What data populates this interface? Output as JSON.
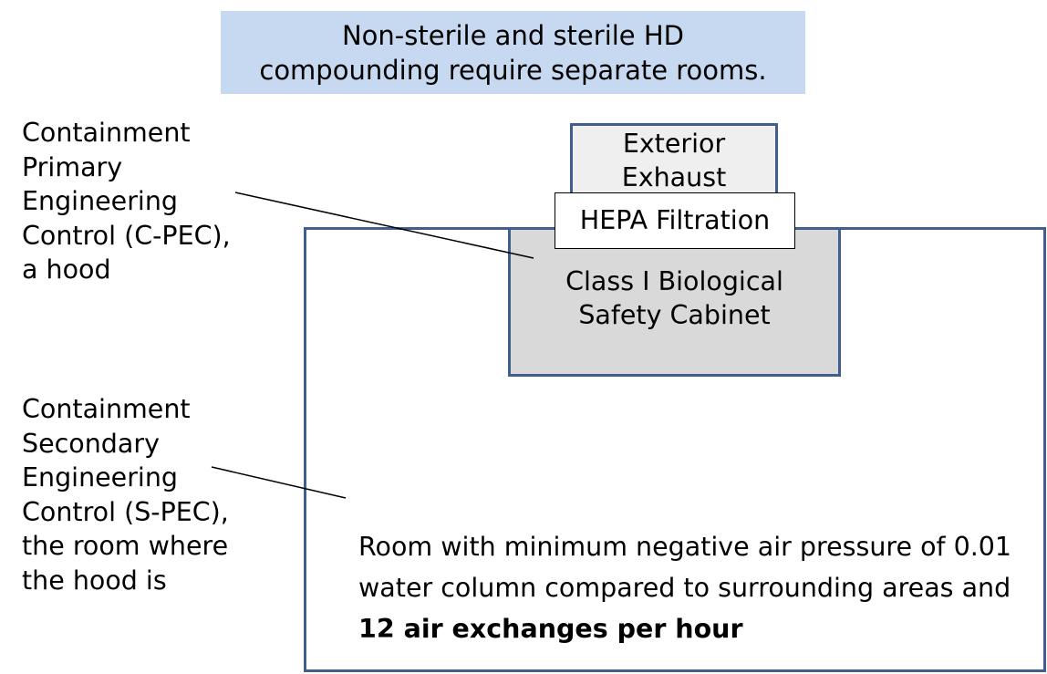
{
  "banner": {
    "line1": "Non-sterile and sterile HD",
    "line2": "compounding require separate rooms."
  },
  "labels": {
    "primary": "Containment\nPrimary\nEngineering\nControl (C-PEC),\na hood",
    "secondary": "Containment\nSecondary\nEngineering\nControl (S-PEC),\nthe room where\nthe hood is"
  },
  "exhaust": {
    "line1": "Exterior",
    "line2": "Exhaust"
  },
  "hepa": {
    "label": "HEPA Filtration"
  },
  "cabinet": {
    "line1": "Class I Biological",
    "line2": "Safety Cabinet"
  },
  "room": {
    "text_normal": "Room with minimum negative air pressure of 0.01 water column compared to surrounding areas and ",
    "text_bold": "12 air exchanges per hour"
  },
  "colors": {
    "banner_fill": "#c6d9f1",
    "box_border": "#3f5f8f",
    "cabinet_fill": "#d9d9d9",
    "exhaust_fill": "#efefef"
  }
}
